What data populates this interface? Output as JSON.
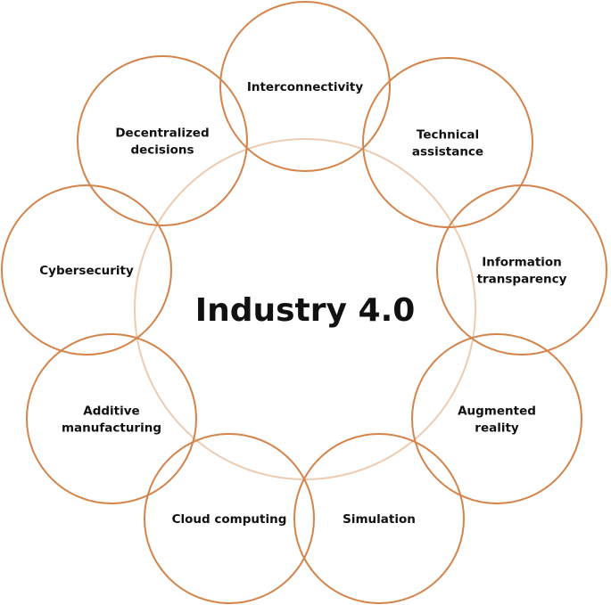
{
  "center": {
    "label": "Industry 4.0"
  },
  "nodes": [
    {
      "id": "interconnectivity",
      "lines": [
        "Interconnectivity"
      ]
    },
    {
      "id": "technical-assistance",
      "lines": [
        "Technical",
        "assistance"
      ]
    },
    {
      "id": "information-transparency",
      "lines": [
        "Information",
        "transparency"
      ]
    },
    {
      "id": "augmented-reality",
      "lines": [
        "Augmented",
        "reality"
      ]
    },
    {
      "id": "simulation",
      "lines": [
        "Simulation"
      ]
    },
    {
      "id": "cloud-computing",
      "lines": [
        "Cloud computing"
      ]
    },
    {
      "id": "additive-manufacturing",
      "lines": [
        "Additive",
        "manufacturing"
      ]
    },
    {
      "id": "cybersecurity",
      "lines": [
        "Cybersecurity"
      ]
    },
    {
      "id": "decentralized-decisions",
      "lines": [
        "Decentralized",
        "decisions"
      ]
    }
  ],
  "colors": {
    "outer_stroke": "#d4834a",
    "center_stroke": "#eccbb0",
    "text": "#111111"
  }
}
